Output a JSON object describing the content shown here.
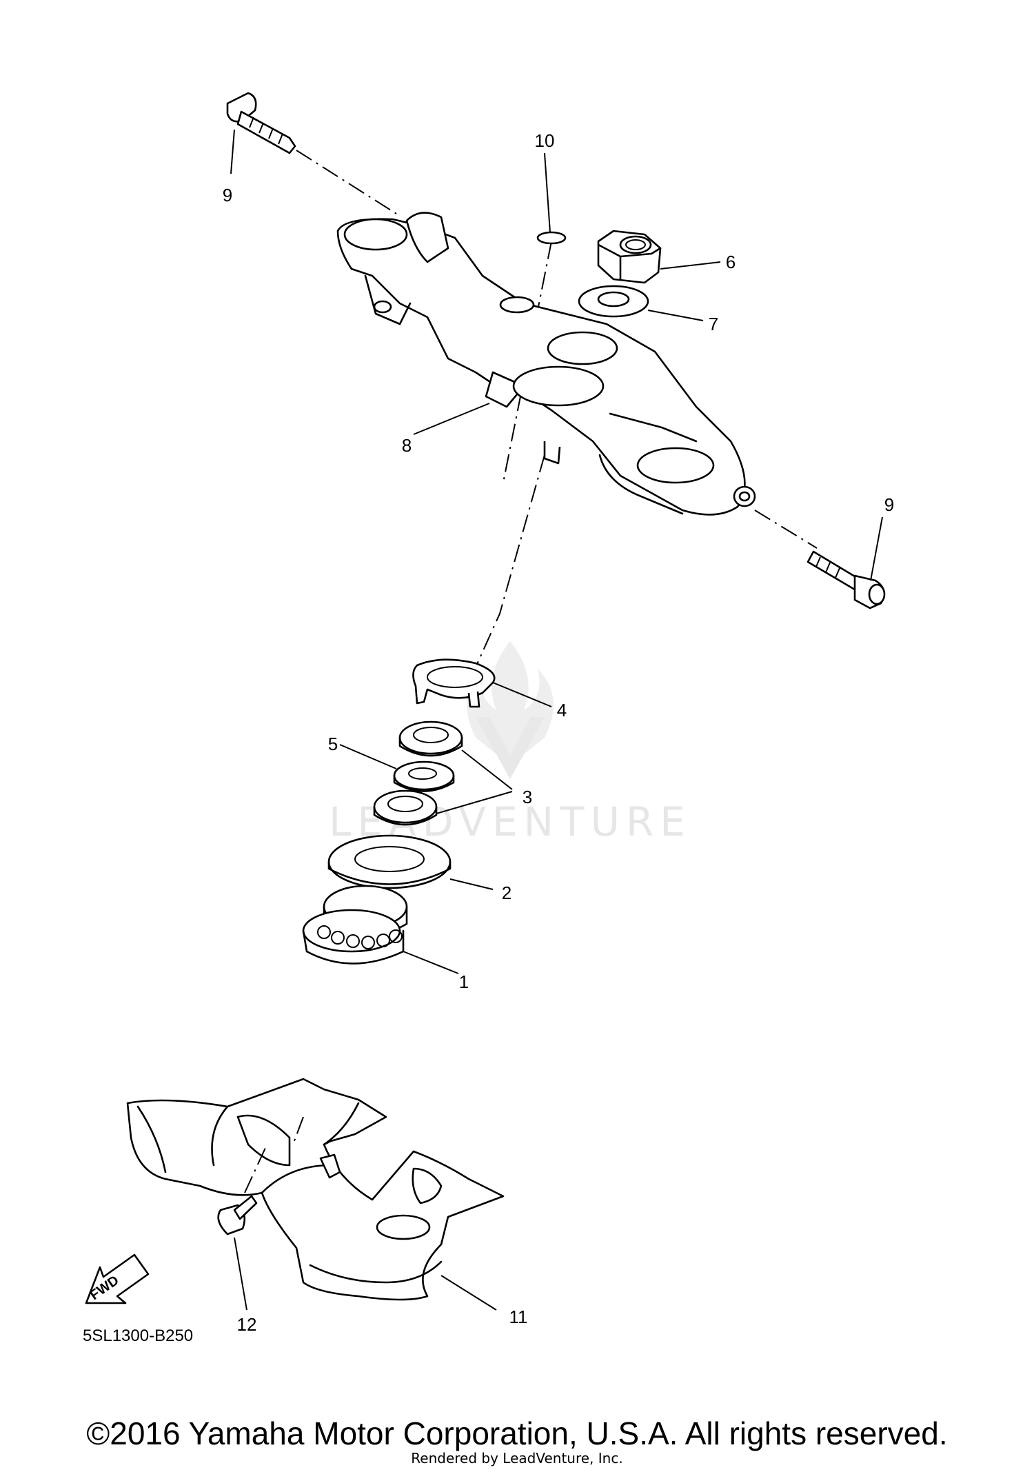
{
  "diagram": {
    "drawing_number": "5SL1300-B250",
    "fwd_label": "FWD",
    "callouts": {
      "c1": "1",
      "c2": "2",
      "c3": "3",
      "c4": "4",
      "c5": "5",
      "c6": "6",
      "c7": "7",
      "c8": "8",
      "c9a": "9",
      "c9b": "9",
      "c10": "10",
      "c11": "11",
      "c12": "12"
    }
  },
  "watermark": "LEADVENTURE",
  "footer": {
    "copyright": "©2016 Yamaha Motor Corporation, U.S.A. All rights reserved.",
    "rendered_by": "Rendered by LeadVenture, Inc."
  }
}
